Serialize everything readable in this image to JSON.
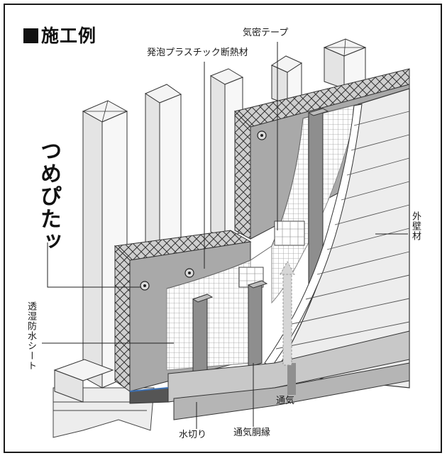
{
  "title": "施工例",
  "brand": "つめぴたッ",
  "labels": {
    "airtight_tape": "気密テープ",
    "foam_insulation": "発泡プラスチック断熱材",
    "exterior_wall": "外壁材",
    "moisture_sheet": "透湿防水シート",
    "ventilation": "通気",
    "vent_furring": "通気胴縁",
    "flashing": "水切り"
  }
}
